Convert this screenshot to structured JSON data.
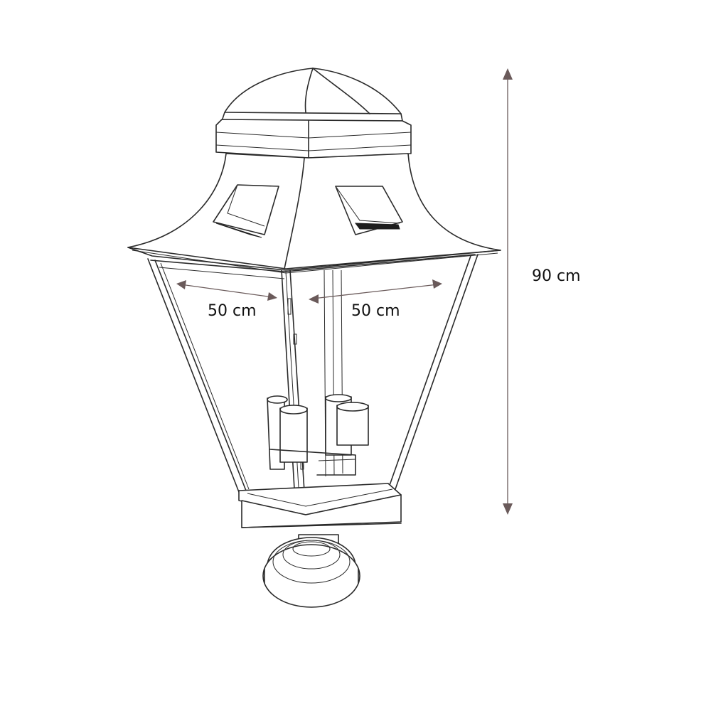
{
  "dimensions": {
    "height_label": "90 cm",
    "width_label_left": "50 cm",
    "width_label_right": "50 cm"
  },
  "colors": {
    "line": "#2a2a2a",
    "dimension_line": "#6a5a5a",
    "background": "#ffffff"
  }
}
